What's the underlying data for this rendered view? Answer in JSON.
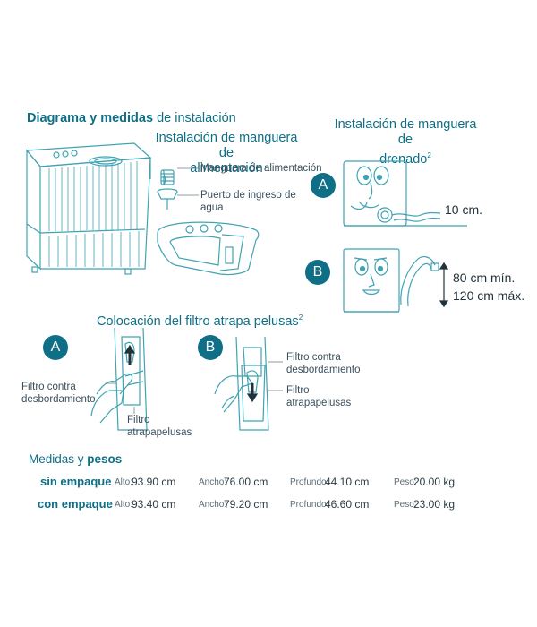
{
  "main": {
    "title_bold": "Diagrama y medidas",
    "title_rest": "de instalación"
  },
  "feed_hose": {
    "title_line1": "Instalación de manguera de",
    "title_line2": "alimentación",
    "label_hose": "Manguera de alimentación",
    "label_inlet_line1": "Puerto de ingreso de",
    "label_inlet_line2": "agua"
  },
  "drain_hose": {
    "title_line1": "Instalación de manguera de",
    "title_line2": "drenado",
    "title_sup": "2",
    "option_a": "A",
    "option_b": "B",
    "label_a": "10 cm.",
    "label_b_line1": "80 cm mín.",
    "label_b_line2": "120 cm máx."
  },
  "lint_filter": {
    "title": "Colocación del filtro atrapa pelusas",
    "title_sup": "2",
    "option_a": "A",
    "option_b": "B",
    "a_overflow_line1": "Filtro contra",
    "a_overflow_line2": "desbordamiento",
    "a_lint_line1": "Filtro",
    "a_lint_line2": "atrapapelusas",
    "b_overflow_line1": "Filtro contra",
    "b_overflow_line2": "desbordamiento",
    "b_lint_line1": "Filtro",
    "b_lint_line2": "atrapapelusas"
  },
  "measures": {
    "title_plain": "Medidas y",
    "title_bold": "pesos",
    "rows": [
      {
        "label": "sin empaque",
        "alto_key": "Alto:",
        "alto_val": "93.90 cm",
        "ancho_key": "Ancho:",
        "ancho_val": "76.00 cm",
        "profundo_key": "Profundo:",
        "profundo_val": "44.10 cm",
        "peso_key": "Peso:",
        "peso_val": "20.00 kg"
      },
      {
        "label": "con empaque",
        "alto_key": "Alto:",
        "alto_val": "93.40 cm",
        "ancho_key": "Ancho:",
        "ancho_val": "79.20 cm",
        "profundo_key": "Profundo:",
        "profundo_val": "46.60 cm",
        "peso_key": "Peso:",
        "peso_val": "23.00 kg"
      }
    ]
  },
  "colors": {
    "accent": "#0e6f86",
    "line": "#3fa3b3",
    "text": "#22323b"
  }
}
